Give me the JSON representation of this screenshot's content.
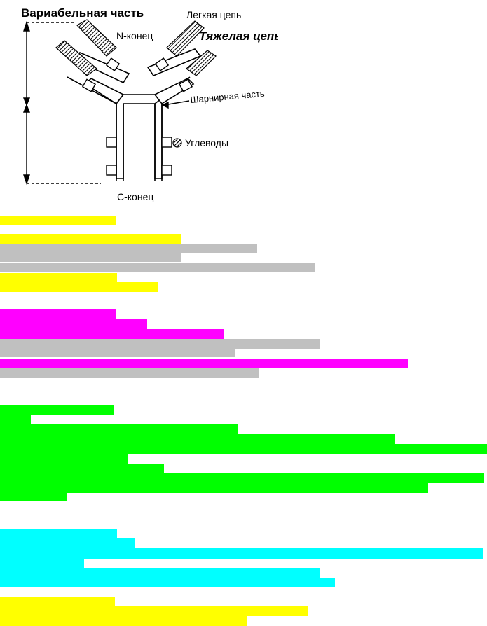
{
  "figure": {
    "labels": {
      "variable_part": "Вариабельная часть",
      "light_chain": "Легкая цепь",
      "n_end": "N-конец",
      "heavy_chain": "Тяжелая цепь",
      "hinge": "Шарнирная часть",
      "carbohydrates": "Углеводы",
      "c_end": "С-конец"
    }
  },
  "colors": {
    "yellow": "#ffff00",
    "magenta": "#ff00ff",
    "green": "#00ff00",
    "cyan": "#00ffff",
    "gray": "#c0c0c0"
  }
}
